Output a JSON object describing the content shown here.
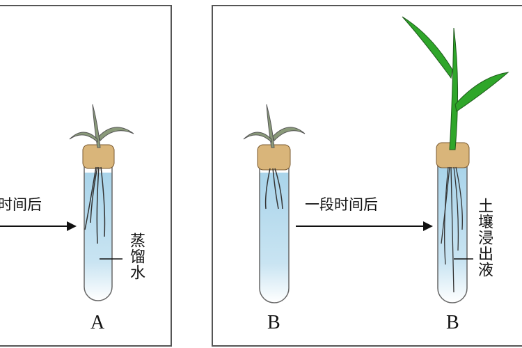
{
  "left_panel": {
    "arrow_text": "时间后",
    "liquid_label": "蒸馏水",
    "tube_label": "A"
  },
  "right_panel": {
    "before_tube_label": "B",
    "arrow_text": "一段时间后",
    "liquid_label": "土壤浸出液",
    "after_tube_label": "B"
  },
  "colors": {
    "water": "#a9d4ea",
    "leaf_green": "#2fa62a",
    "wilted_leaf": "#8a9a7a",
    "cotton_plug": "#d9b57a"
  }
}
